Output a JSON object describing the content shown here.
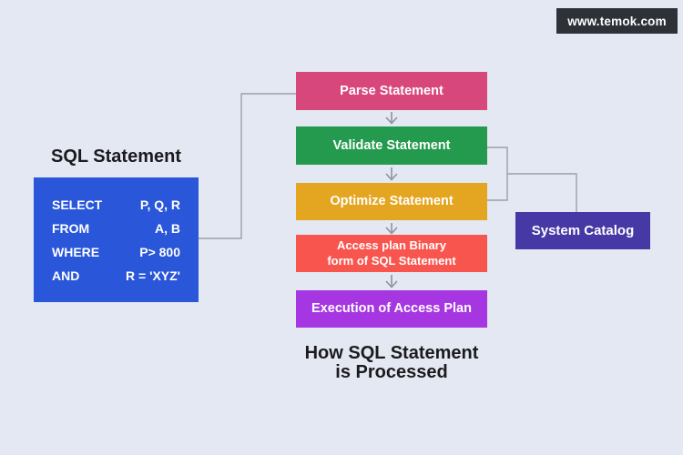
{
  "badge": {
    "text": "www.temok.com",
    "bg": "#2E3137"
  },
  "sql_panel": {
    "title": "SQL Statement",
    "bg": "#2A56D9",
    "rows": [
      {
        "keyword": "SELECT",
        "value": "P, Q, R"
      },
      {
        "keyword": "FROM",
        "value": "A, B"
      },
      {
        "keyword": "WHERE",
        "value": "P> 800"
      },
      {
        "keyword": "AND",
        "value": "R = 'XYZ'"
      }
    ]
  },
  "flow": {
    "steps": [
      {
        "label": "Parse Statement",
        "color": "#D8477B"
      },
      {
        "label": "Validate Statement",
        "color": "#249A4E"
      },
      {
        "label": "Optimize Statement",
        "color": "#E4A621"
      },
      {
        "label": "Access plan Binary\nform of SQL Statement",
        "color": "#F9554F"
      },
      {
        "label": "Execution of Access Plan",
        "color": "#A636E2"
      }
    ]
  },
  "system_catalog": {
    "label": "System Catalog",
    "color": "#4739A5"
  },
  "caption": {
    "line1": "How SQL Statement",
    "line2": "is Processed"
  },
  "canvas": {
    "background": "#E3E8F2",
    "connector_color": "#9BA0A8",
    "arrow_color": "#8D929B",
    "title_color": "#1B1B1D"
  }
}
